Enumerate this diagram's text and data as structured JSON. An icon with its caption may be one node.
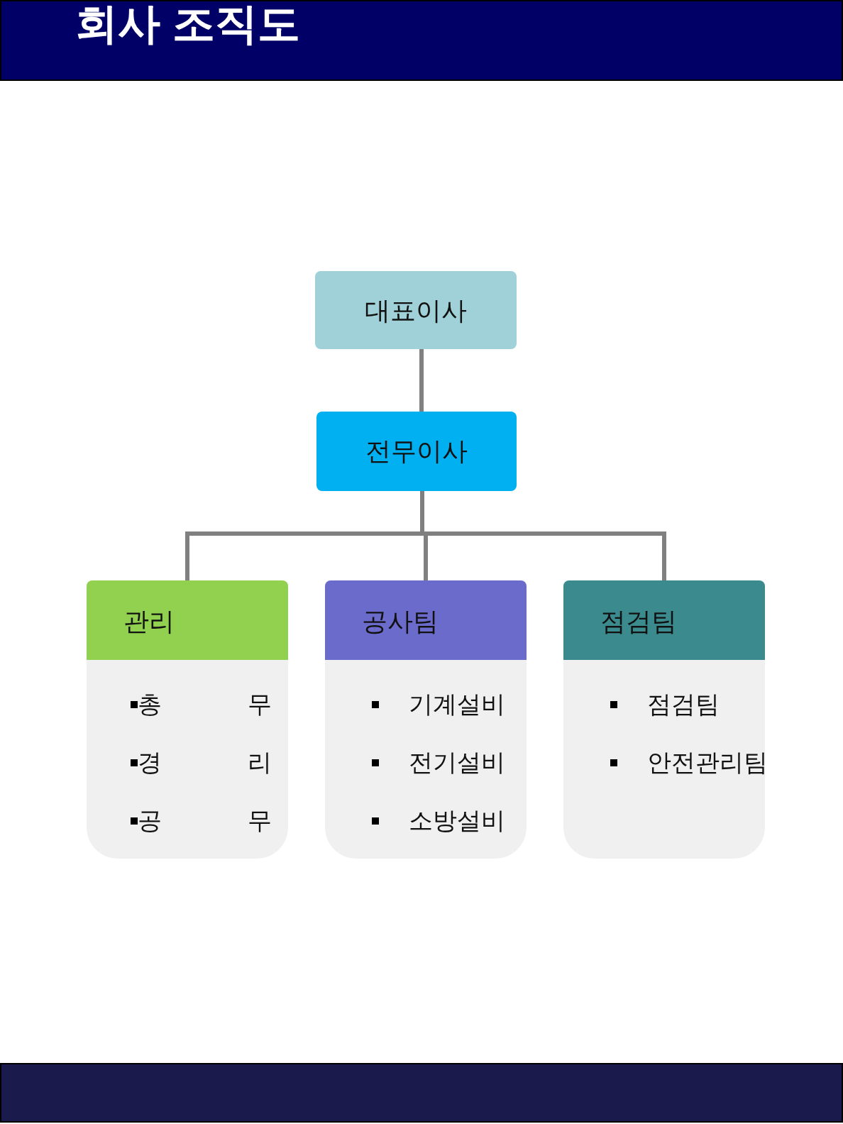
{
  "diagram": {
    "title": "회사 조직도",
    "nodes": [
      {
        "text": [
          "대표이사"
        ]
      },
      {
        "text": [
          "전무이사"
        ]
      },
      {
        "text": [
          "관리",
          "총 무",
          "경 리",
          "공 무"
        ]
      },
      {
        "text": [
          "공사팀",
          "기계설비",
          "전기설비",
          "소방설비"
        ]
      },
      {
        "text": [
          "점검팀",
          "점검팀",
          "안전관리팀"
        ]
      }
    ],
    "edges": [
      {
        "from": 0,
        "to": 1,
        "arrow": "none"
      },
      {
        "from": 1,
        "to": 2,
        "arrow": "none"
      },
      {
        "from": 1,
        "to": 3,
        "arrow": "none"
      },
      {
        "from": 1,
        "to": 4,
        "arrow": "none"
      }
    ]
  }
}
